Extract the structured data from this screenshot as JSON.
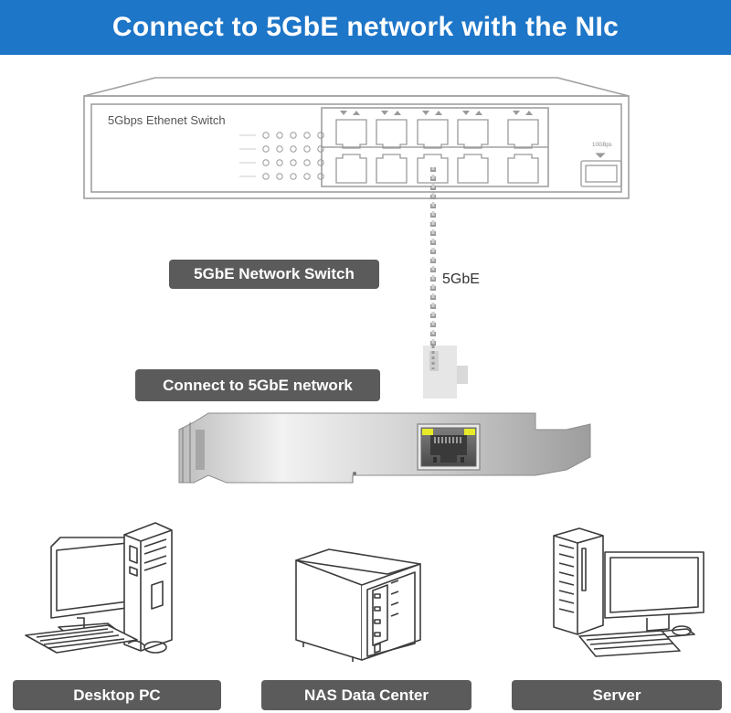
{
  "header": {
    "title": "Connect to 5GbE network with the NIc"
  },
  "switch": {
    "label": "5Gbps Ethenet Switch",
    "sfp_label": "10GBps"
  },
  "cable": {
    "label": "5GbE"
  },
  "tags": {
    "switch_tag": "5GbE Network Switch",
    "nic_tag": "Connect to 5GbE network"
  },
  "devices": [
    {
      "label": "Desktop PC"
    },
    {
      "label": "NAS Data Center"
    },
    {
      "label": "Server"
    }
  ],
  "colors": {
    "banner": "#1e76c8",
    "tag": "#5b5b5b",
    "led_yellow": "#e6ea28",
    "line_gray": "#9a9a9a"
  }
}
